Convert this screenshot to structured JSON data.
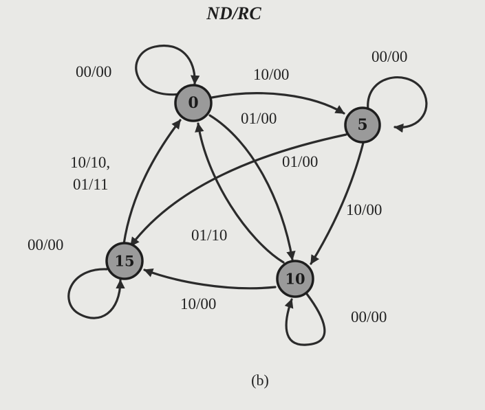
{
  "title": "ND/RC",
  "caption": "(b)",
  "states": [
    {
      "id": "s0",
      "label": "0"
    },
    {
      "id": "s5",
      "label": "5"
    },
    {
      "id": "s10",
      "label": "10"
    },
    {
      "id": "s15",
      "label": "15"
    }
  ],
  "transitions": [
    {
      "from": "0",
      "to": "0",
      "label": "00/00"
    },
    {
      "from": "0",
      "to": "5",
      "label": "10/00"
    },
    {
      "from": "0",
      "to": "10",
      "label": "01/00"
    },
    {
      "from": "5",
      "to": "5",
      "label": "00/00"
    },
    {
      "from": "5",
      "to": "15",
      "label": "01/00"
    },
    {
      "from": "5",
      "to": "10",
      "label": "10/00"
    },
    {
      "from": "10",
      "to": "10",
      "label": "00/00"
    },
    {
      "from": "10",
      "to": "0",
      "label": "01/10"
    },
    {
      "from": "10",
      "to": "15",
      "label": "10/00"
    },
    {
      "from": "15",
      "to": "15",
      "label": "00/00"
    },
    {
      "from": "15",
      "to": "0",
      "label_line1": "10/10,",
      "label_line2": "01/11"
    }
  ],
  "colors": {
    "background": "#e9e9e6",
    "node_fill": "#9a9a9a",
    "stroke": "#2b2b2b"
  }
}
